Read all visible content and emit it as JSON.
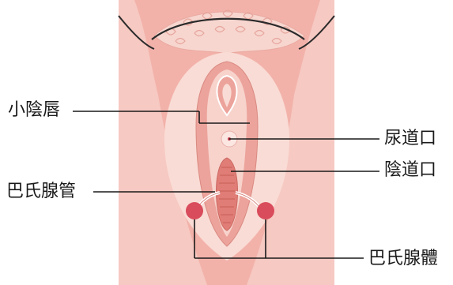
{
  "labels": {
    "labia_minora": "小陰唇",
    "urethral_opening": "尿道口",
    "vaginal_opening": "陰道口",
    "bartholin_duct": "巴氏腺管",
    "bartholin_gland": "巴氏腺體"
  },
  "colors": {
    "background_panel": "#f6c9c2",
    "outer_tissue": "#f2b2aa",
    "inner_pale": "#f9dcd5",
    "labia": "#eca39b",
    "vestibule": "#f7d3cc",
    "vaginal_canal": "#e07d76",
    "gland": "#d94c5c",
    "outline": "#2b2b2b",
    "leader_line": "#1a1a1a"
  }
}
